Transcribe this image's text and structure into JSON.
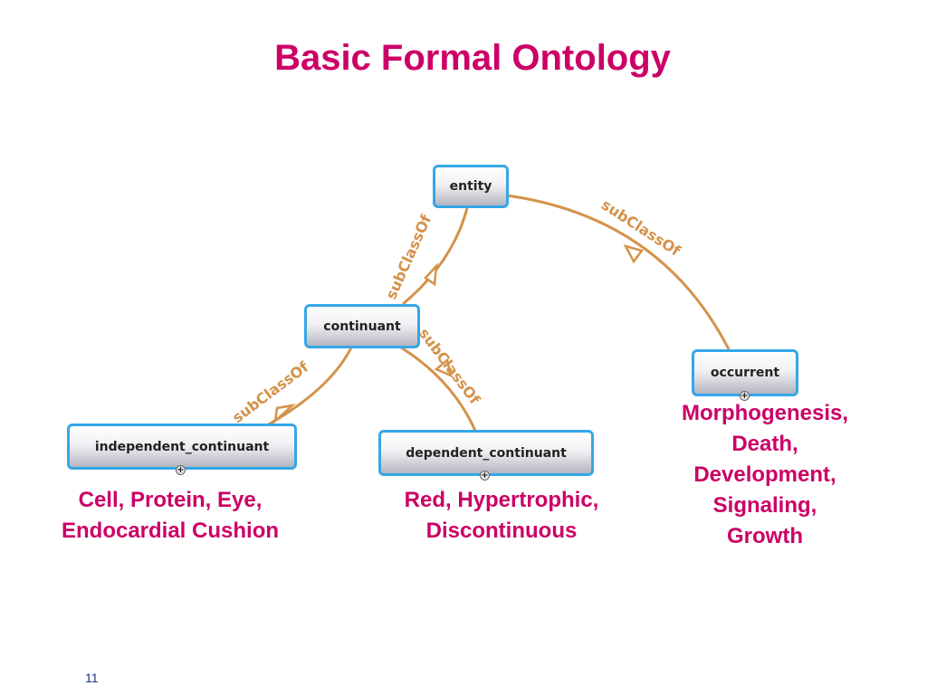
{
  "slide": {
    "title": "Basic Formal Ontology",
    "page_number": "11"
  },
  "edge_label": "subClassOf",
  "nodes": {
    "entity": "entity",
    "continuant": "continuant",
    "occurrent": "occurrent",
    "independent_continuant": "independent_continuant",
    "dependent_continuant": "dependent_continuant"
  },
  "expand_icon": "+",
  "examples": {
    "independent": [
      "Cell, Protein, Eye,",
      "Endocardial Cushion"
    ],
    "dependent": [
      "Red, Hypertrophic,",
      "Discontinuous"
    ],
    "occurrent": [
      "Morphogenesis,",
      "Death,",
      "Development,",
      "Signaling,",
      "Growth"
    ]
  },
  "colors": {
    "title": "#cc0066",
    "edge": "#d4924a",
    "node_border": "#35a7e8",
    "page_number": "#1f2f8a"
  }
}
